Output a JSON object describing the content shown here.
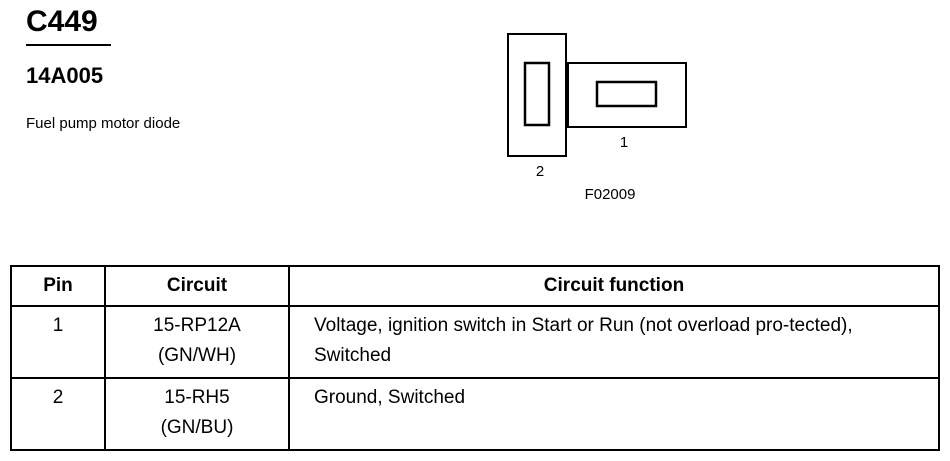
{
  "connector": {
    "id": "C449",
    "part_number": "14A005",
    "description": "Fuel pump motor diode"
  },
  "diagram": {
    "pin_labels": [
      "1",
      "2"
    ],
    "figure_id": "F02009"
  },
  "table": {
    "headers": {
      "pin": "Pin",
      "circuit": "Circuit",
      "function": "Circuit function"
    },
    "rows": [
      {
        "pin": "1",
        "circuit_line1": "15-RP12A",
        "circuit_line2": "(GN/WH)",
        "function": "Voltage, ignition switch in Start or Run (not overload pro-tected), Switched"
      },
      {
        "pin": "2",
        "circuit_line1": "15-RH5",
        "circuit_line2": "(GN/BU)",
        "function": "Ground, Switched"
      }
    ]
  }
}
